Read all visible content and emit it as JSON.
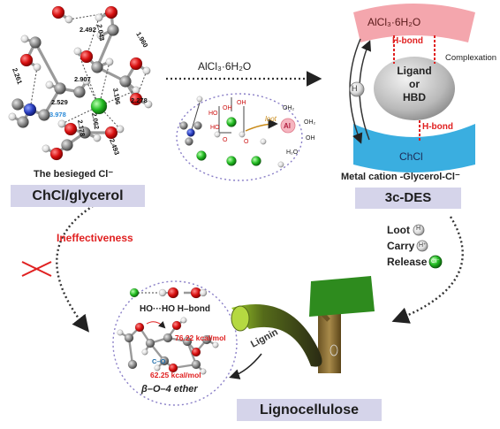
{
  "left_panel": {
    "caption": "The besieged Cl⁻",
    "box_label": "ChCl/glycerol",
    "distances": [
      "2.492",
      "1.960",
      "2.043",
      "2.261",
      "2.907",
      "2.529",
      "3.978",
      "3.196",
      "2.278",
      "2.062",
      "2.178",
      "2.493"
    ]
  },
  "top_arrow": {
    "label": "AlCl₃·6H₂O"
  },
  "center_scheme": {
    "loot_label": "loot",
    "al_label": "Al",
    "oh2_labels": [
      "OH₂",
      "OH₂",
      "H₂O"
    ],
    "oh_label": "OH"
  },
  "right_panel": {
    "top_band": "AlCl₃·6H₂O",
    "hbond_top": "H-bond",
    "complexation": "Complexation",
    "ligand": "Ligand\nor\nHBD",
    "hbond_bottom": "H-bond",
    "h_atom": "H",
    "bottom_band": "ChCl",
    "caption": "Metal cation -Glycerol-Cl⁻",
    "box_label": "3c-DES"
  },
  "ineffectiveness": "Ineffectiveness",
  "actions": {
    "loot": "Loot",
    "carry": "Carry",
    "release": "Release",
    "loot_badge": "H",
    "carry_badge": "H⁺",
    "release_badge": "Cl⁻"
  },
  "bottom_circle": {
    "hbond_label": "HO···HO  H–bond",
    "energy1": "76.22 kcal/mol",
    "energy2": "62.25 kcal/mol",
    "ether_label": "β–O–4 ether",
    "atom_label": "C–O"
  },
  "lignin_label": "Lignin",
  "bottom_box": "Lignocellulose",
  "colors": {
    "box_fill": "#d5d4ea",
    "pink_band": "#f2a8ae",
    "blue_band": "#3aaede",
    "red_text": "#e02020",
    "oxygen": "#dd1111",
    "chlorine": "#2ec42e",
    "nitrogen": "#2a3fbf",
    "carbon": "#8a8a8a",
    "hydrogen": "#eeeeee"
  }
}
